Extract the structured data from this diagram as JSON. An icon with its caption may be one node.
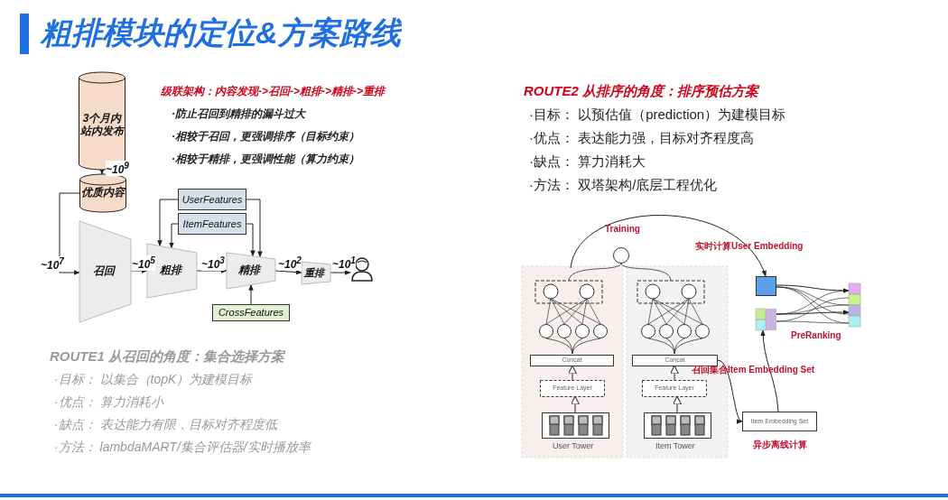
{
  "diagram": {
    "title": "粗排模块的定位&方案路线",
    "nodes": [
      {
        "text": [
          "3个月内站内发布"
        ]
      },
      {
        "text": [
          "优质内容"
        ]
      },
      {
        "text": [
          "召回"
        ]
      },
      {
        "text": [
          "粗排"
        ]
      },
      {
        "text": [
          "精排"
        ]
      },
      {
        "text": [
          "重排"
        ]
      },
      {
        "text": [
          "UserFeatures"
        ]
      },
      {
        "text": [
          "ItemFeatures"
        ]
      },
      {
        "text": [
          "CrossFeatures"
        ]
      },
      {
        "text": [],
        "shape": "person"
      },
      {
        "text": [
          "Concat"
        ]
      },
      {
        "text": [
          "Feature Layer"
        ]
      },
      {
        "text": [],
        "shape": "box"
      },
      {
        "text": [
          "Concat"
        ]
      },
      {
        "text": [
          "Feature Layer"
        ]
      },
      {
        "text": [],
        "shape": "box"
      },
      {
        "text": [],
        "shape": "box"
      },
      {
        "text": [],
        "shape": "box"
      },
      {
        "text": [],
        "shape": "box"
      },
      {
        "text": [
          "Item Embedding Set"
        ]
      }
    ],
    "edges": [
      {
        "from": 0,
        "to": 1,
        "arrow": "to",
        "label": "~10$^{9}$"
      },
      {
        "from": 1,
        "to": 2,
        "arrow": "to",
        "label": "~10$^{7}$"
      },
      {
        "from": 2,
        "to": 3,
        "arrow": "to",
        "label": "~10$^{5}$"
      },
      {
        "from": 3,
        "to": 4,
        "arrow": "to",
        "label": "~10$^{3}$"
      },
      {
        "from": 4,
        "to": 5,
        "arrow": "to",
        "label": "~10$^{2}$"
      },
      {
        "from": 5,
        "to": 9,
        "arrow": "to",
        "label": "~10$^{1}$"
      },
      {
        "from": 6,
        "to": 3,
        "arrow": "to"
      },
      {
        "from": 7,
        "to": 3,
        "arrow": "to"
      },
      {
        "from": 7,
        "to": 4,
        "arrow": "to"
      },
      {
        "from": 6,
        "to": 4,
        "arrow": "to"
      },
      {
        "from": 8,
        "to": 4,
        "arrow": "to"
      },
      {
        "from": 11,
        "to": 10,
        "arrow": "to"
      },
      {
        "from": 12,
        "to": 11,
        "arrow": "to"
      },
      {
        "from": 14,
        "to": 13,
        "arrow": "to"
      },
      {
        "from": 15,
        "to": 14,
        "arrow": "to"
      },
      {
        "from": null,
        "to": 16,
        "arrow": "to"
      },
      {
        "from": 13,
        "to": 19,
        "arrow": "to"
      },
      {
        "from": 19,
        "to": 17,
        "arrow": "to"
      },
      {
        "from": 16,
        "to": 18,
        "arrow": "to"
      },
      {
        "from": 17,
        "to": 18,
        "arrow": "to"
      }
    ],
    "labels": [
      "级联架构：内容发现->召回->粗排->精排->重排",
      "·防止召回到精排的漏斗过大",
      "·相较于召回，更强调排序（目标约束）",
      "·相较于精排，更强调性能（算力约束）",
      "ROUTE1 从召回的角度：集合选择方案",
      "·目标： 以集合（topK）为建模目标",
      "·优点： 算力消耗小",
      "·缺点： 表达能力有限，目标对齐程度低",
      "·方法： lambdaMART/集合评估器/实时播放率",
      "ROUTE2 从排序的角度：排序预估方案",
      "·目标： 以预估值（prediction）为建模目标",
      "·优点： 表达能力强，目标对齐程度高",
      "·缺点： 算力消耗大",
      "·方法： 双塔架构/底层工程优化",
      "Training",
      "实时计算User Embedding",
      "PreRanking",
      "召回集合Item Embedding Set",
      "User Tower",
      "Item Tower",
      "异步离线计算"
    ]
  }
}
